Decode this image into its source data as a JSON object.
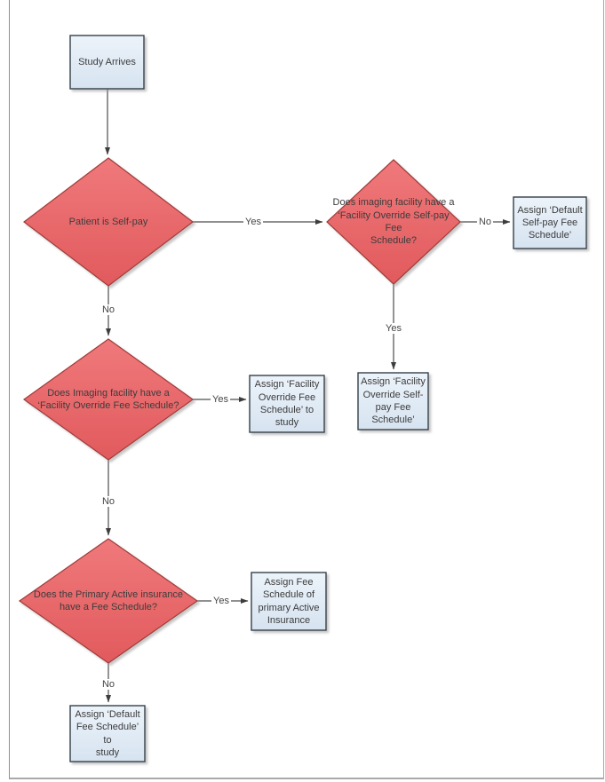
{
  "colors": {
    "decision_fill_top": "#F0797B",
    "decision_fill_bottom": "#E15A5D",
    "decision_border": "#A03B39",
    "process_fill_top": "#ECF3FA",
    "process_fill_bottom": "#D6E3F0",
    "process_border": "#333F48",
    "connector": "#4D4D4D",
    "page_border": "#A9A9A9"
  },
  "nodes": {
    "start": {
      "type": "process",
      "text": "Study Arrives"
    },
    "d_selfpay": {
      "type": "decision",
      "text": "Patient is Self-pay"
    },
    "d_override_selfpay": {
      "type": "decision",
      "text": "Does imaging facility have a\n‘Facility Override Self-pay Fee\nSchedule?"
    },
    "b_default_selfpay": {
      "type": "process",
      "text": "Assign ‘Default\nSelf-pay Fee\nSchedule’"
    },
    "b_override_selfpay": {
      "type": "process",
      "text": "Assign ‘Facility\nOverride Self-\npay Fee\nSchedule’"
    },
    "d_override": {
      "type": "decision",
      "text": "Does Imaging facility have a\n‘Facility Override Fee Schedule?"
    },
    "b_override": {
      "type": "process",
      "text": "Assign ‘Facility\nOverride Fee\nSchedule’ to\nstudy"
    },
    "d_primary": {
      "type": "decision",
      "text": "Does the Primary Active insurance\nhave a Fee Schedule?"
    },
    "b_primary": {
      "type": "process",
      "text": "Assign Fee\nSchedule of\nprimary Active\nInsurance"
    },
    "b_default": {
      "type": "process",
      "text": "Assign ‘Default\nFee Schedule’ to\nstudy"
    }
  },
  "edge_labels": {
    "selfpay_to_override_selfpay": "Yes",
    "override_selfpay_to_default_selfpay": "No",
    "override_selfpay_to_assign_override_selfpay": "Yes",
    "selfpay_to_override": "No",
    "override_to_assign_override": "Yes",
    "override_to_primary": "No",
    "primary_to_assign_primary": "Yes",
    "primary_to_default": "No"
  }
}
